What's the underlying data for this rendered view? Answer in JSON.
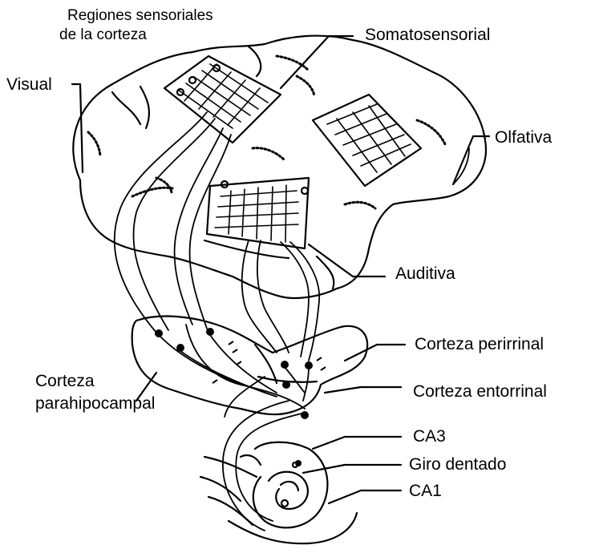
{
  "labels": {
    "regiones_line1": "Regiones sensoriales",
    "regiones_line2": "de la corteza",
    "somatosensorial": "Somatosensorial",
    "visual": "Visual",
    "olfativa": "Olfativa",
    "auditiva": "Auditiva",
    "perirrinal": "Corteza perirrinal",
    "parahipocampal_line1": "Corteza",
    "parahipocampal_line2": "parahipocampal",
    "entorrinal": "Corteza entorrinal",
    "ca3": "CA3",
    "giro_dentado": "Giro dentado",
    "ca1": "CA1"
  },
  "colors": {
    "ink": "#000000",
    "background": "#ffffff"
  }
}
